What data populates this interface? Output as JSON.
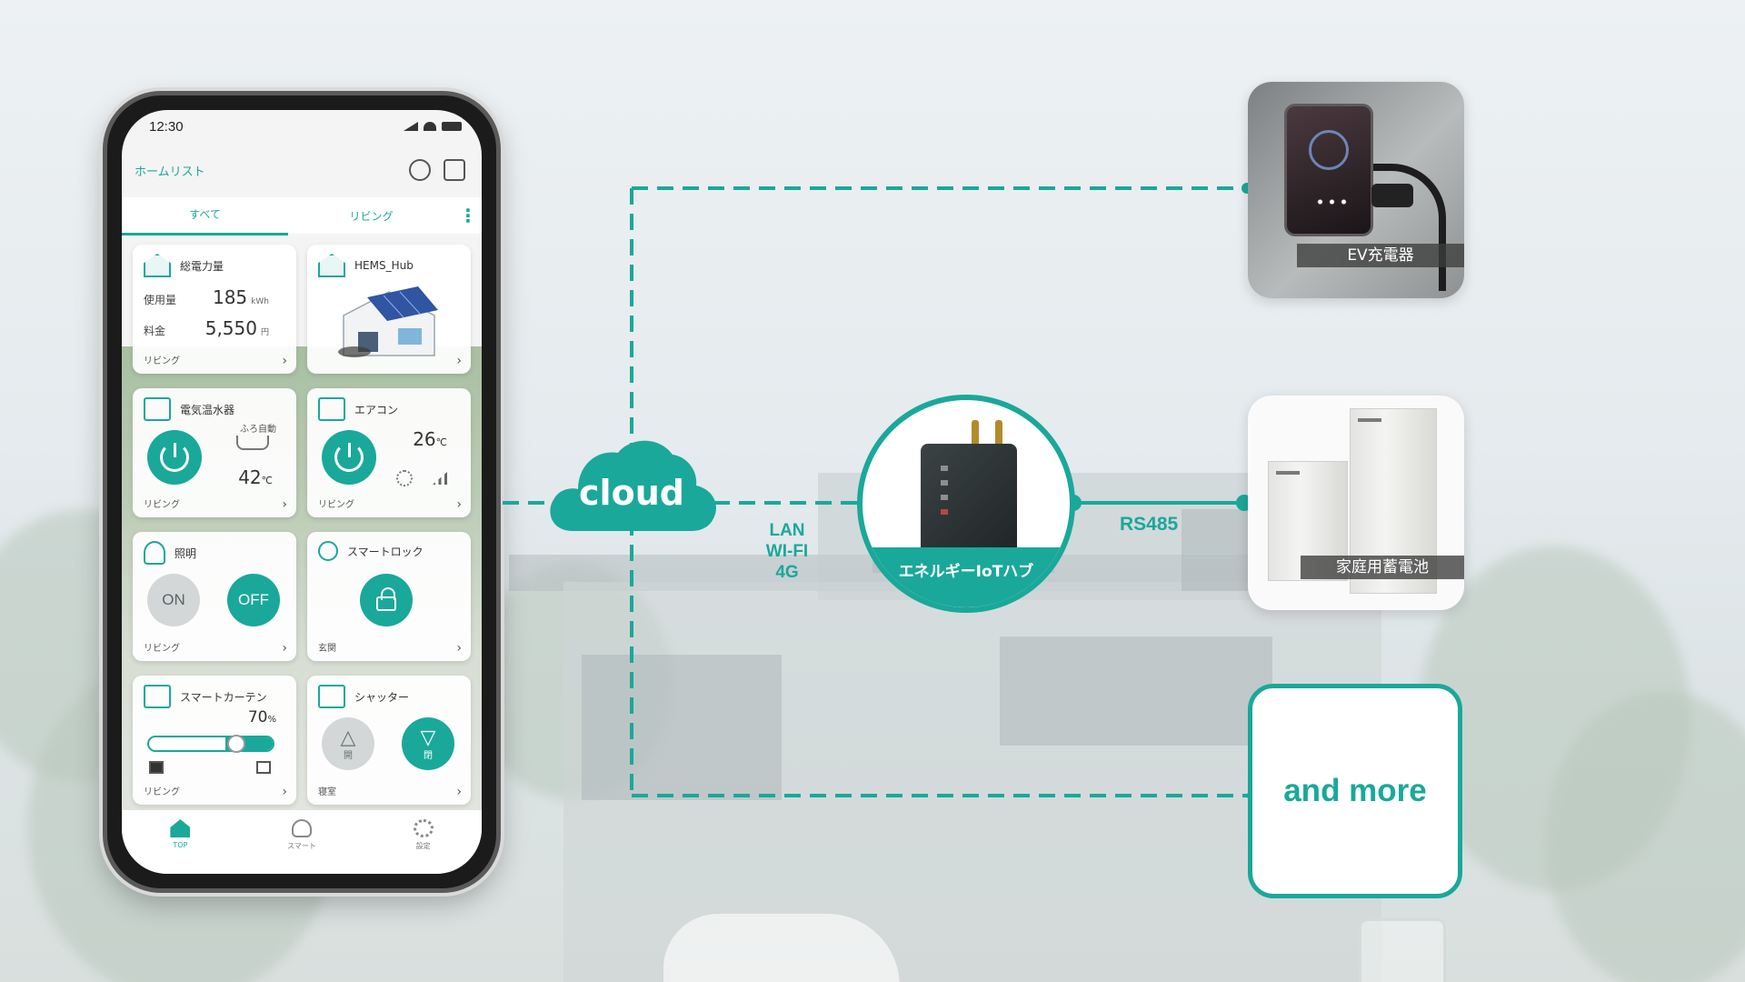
{
  "colors": {
    "accent": "#1aa89a",
    "accent_dark": "#0f8f84"
  },
  "phone": {
    "status_time": "12:30",
    "header_title": "ホームリスト",
    "tabs": [
      "すべて",
      "リビング"
    ],
    "cards": {
      "power": {
        "title": "総電力量",
        "usage_label": "使用量",
        "usage_value": "185",
        "usage_unit": "kWh",
        "fee_label": "料金",
        "fee_value": "5,550",
        "fee_unit": "円",
        "room": "リビング"
      },
      "hems": {
        "title": "HEMS_Hub"
      },
      "water_heater": {
        "title": "電気温水器",
        "mode": "ふろ自動",
        "temp": "42",
        "temp_unit": "℃",
        "room": "リビング"
      },
      "aircon": {
        "title": "エアコン",
        "temp": "26",
        "temp_unit": "℃",
        "room": "リビング"
      },
      "light": {
        "title": "照明",
        "on_label": "ON",
        "off_label": "OFF",
        "room": "リビング"
      },
      "lock": {
        "title": "スマートロック",
        "room": "玄関"
      },
      "curtain": {
        "title": "スマートカーテン",
        "percent": "70",
        "percent_unit": "%",
        "position": 0.7,
        "room": "リビング"
      },
      "shutter": {
        "title": "シャッター",
        "open_label": "開",
        "close_label": "閉",
        "room": "寝室"
      }
    },
    "nav": [
      "TOP",
      "スマート",
      "設定"
    ]
  },
  "diagram": {
    "cloud_label": "cloud",
    "hub_conn_label": [
      "LAN",
      "WI-FI",
      "4G"
    ],
    "hub_label": "エネルギーIoTハブ",
    "rs_label": "RS485",
    "ev_label": "EV充電器",
    "battery_label": "家庭用蓄電池",
    "more_label": "and more"
  },
  "icons": [
    "signal-icon",
    "wifi-icon",
    "battery-icon",
    "chat-icon",
    "edit-icon",
    "more-vert-icon",
    "house-bolt-icon",
    "power-icon",
    "bath-icon",
    "fan-icon",
    "signal-bars-icon",
    "bulb-icon",
    "key-icon",
    "lock-icon",
    "curtain-icon",
    "shutter-icon",
    "home-icon",
    "cloud-icon",
    "gear-icon"
  ]
}
